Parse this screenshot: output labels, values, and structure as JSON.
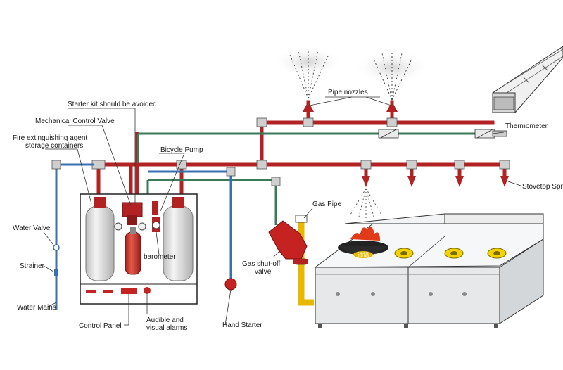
{
  "labels": {
    "starter_kit": "Starter kit should be avoided",
    "mechanical_valve": "Mechanical Control Valve",
    "storage_line1": "Fire extinguishing agent",
    "storage_line2": "storage containers",
    "bicycle_pump": "Bicycle Pump",
    "pipe_nozzles": "Pipe nozzles",
    "thermometer": "Thermometer",
    "stovetop_spray": "Stovetop Spray",
    "gas_pipe": "Gas Pipe",
    "gas_shutoff_line1": "Gas shut-off",
    "gas_shutoff_line2": "valve",
    "water_valve": "Water Valve",
    "strainer": "Strainer",
    "water_mains": "Water Mains",
    "barometer": "barometer",
    "control_panel": "Control Panel",
    "alarms_line1": "Audible and",
    "alarms_line2": "visual alarms",
    "hand_starter": "Hand Starter",
    "wok_sign": "油锅"
  },
  "colors": {
    "fire_pipe": "#b22222",
    "water_pipe": "#3a6fb0",
    "gas_line_pipe": "#3b7a57",
    "gas_pipe": "#e8b800",
    "cylinder": "#e4e4e4",
    "stove_body": "#e6e8ea",
    "burner": "#f2d200"
  }
}
